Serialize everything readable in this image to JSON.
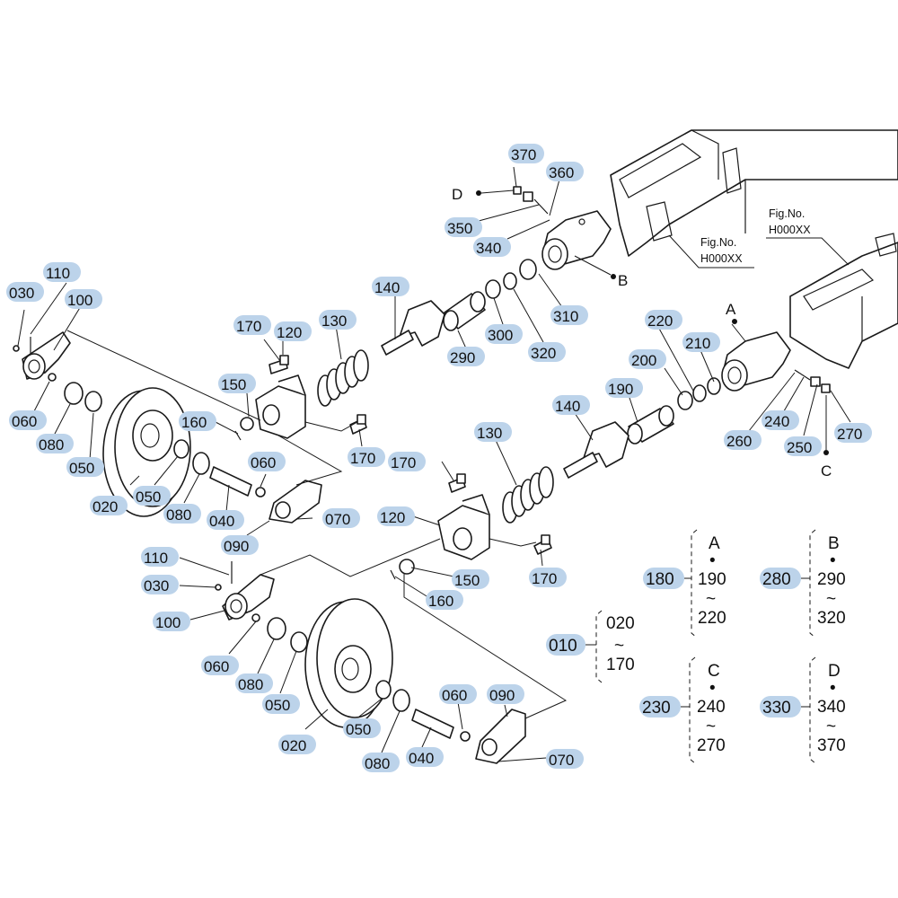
{
  "colors": {
    "highlight": "#bcd3ea",
    "ink": "#1a1a1a",
    "background": "#ffffff"
  },
  "labels": {
    "p010": "010",
    "p020": "020",
    "p030": "030",
    "p040": "040",
    "p050": "050",
    "p060": "060",
    "p070": "070",
    "p080": "080",
    "p090": "090",
    "p100": "100",
    "p110": "110",
    "p120": "120",
    "p130": "130",
    "p140": "140",
    "p150": "150",
    "p160": "160",
    "p170": "170",
    "p180": "180",
    "p190": "190",
    "p200": "200",
    "p210": "210",
    "p220": "220",
    "p230": "230",
    "p240": "240",
    "p250": "250",
    "p260": "260",
    "p270": "270",
    "p280": "280",
    "p290": "290",
    "p300": "300",
    "p310": "310",
    "p320": "320",
    "p330": "330",
    "p340": "340",
    "p350": "350",
    "p360": "360",
    "p370": "370"
  },
  "points": {
    "A": "A",
    "B": "B",
    "C": "C",
    "D": "D"
  },
  "fig_refs": [
    {
      "line1": "Fig.No.",
      "line2": "H000XX"
    },
    {
      "line1": "Fig.No.",
      "line2": "H000XX"
    }
  ],
  "legend": {
    "dot": "•",
    "tilde": "~",
    "g010": {
      "id": "010",
      "from": "020",
      "to": "170"
    },
    "g180": {
      "id": "180",
      "letter": "A",
      "from": "190",
      "to": "220"
    },
    "g280": {
      "id": "280",
      "letter": "B",
      "from": "290",
      "to": "320"
    },
    "g230": {
      "id": "230",
      "letter": "C",
      "from": "240",
      "to": "270"
    },
    "g330": {
      "id": "330",
      "letter": "D",
      "from": "340",
      "to": "370"
    }
  }
}
